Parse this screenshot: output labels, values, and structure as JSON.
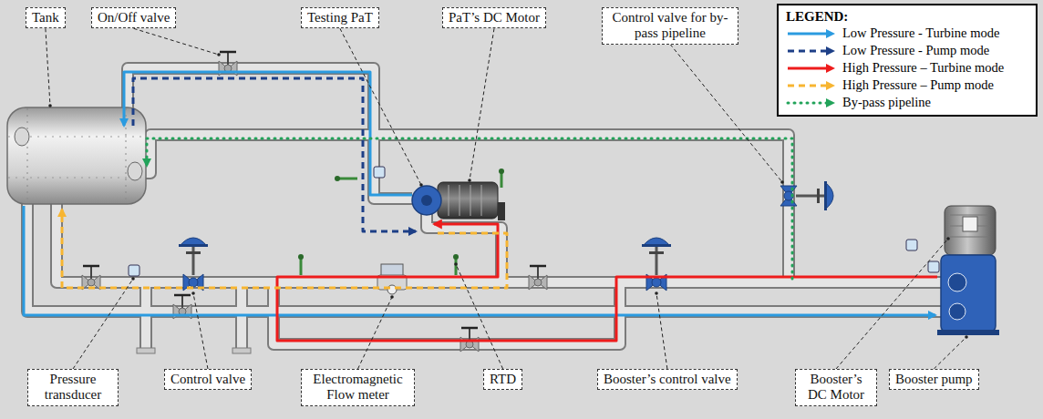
{
  "diagram": {
    "nodes": [
      {
        "text": [
          "Tank"
        ]
      },
      {
        "text": [
          "On/Off valve"
        ]
      },
      {
        "text": [
          "Testing PaT"
        ]
      },
      {
        "text": [
          "PaT’s DC Motor"
        ]
      },
      {
        "text": [
          "Control valve for by-pass pipeline"
        ]
      },
      {
        "text": [
          "Pressure transducer"
        ]
      },
      {
        "text": [
          "Control valve"
        ]
      },
      {
        "text": [
          "Electromagnetic Flow meter"
        ]
      },
      {
        "text": [
          "RTD"
        ]
      },
      {
        "text": [
          "Booster’s control valve"
        ]
      },
      {
        "text": [
          "Booster’s DC Motor"
        ]
      },
      {
        "text": [
          "Booster pump"
        ]
      }
    ],
    "labels": [
      "LEGEND:"
    ],
    "legend": [
      {
        "text": "Low Pressure - Turbine mode"
      },
      {
        "text": "Low Pressure - Pump mode"
      },
      {
        "text": "High Pressure – Turbine mode"
      },
      {
        "text": "High Pressure – Pump mode"
      },
      {
        "text": "By-pass pipeline"
      }
    ]
  }
}
